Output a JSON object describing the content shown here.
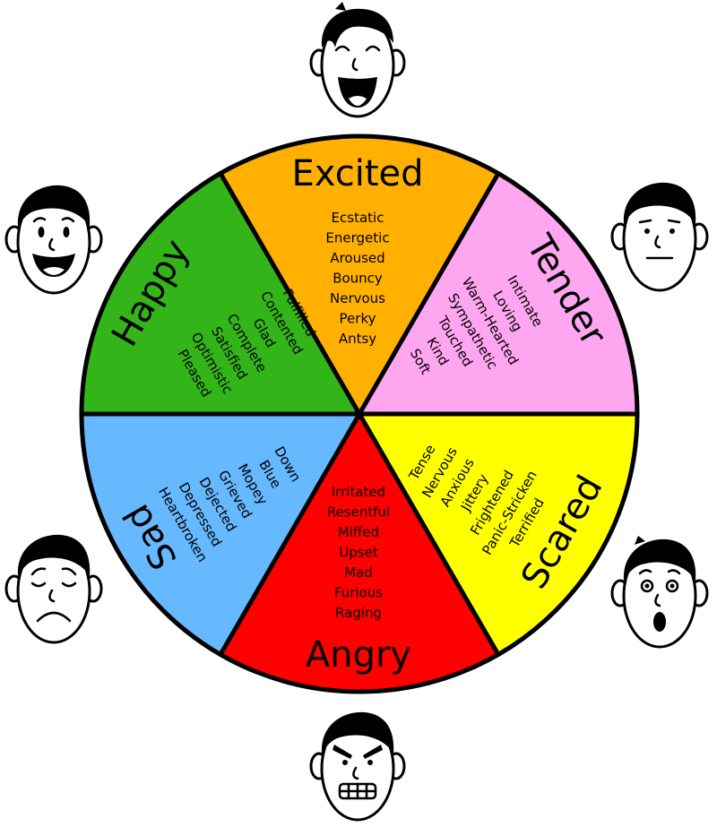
{
  "wheel": {
    "sectors": [
      {
        "id": "excited",
        "label": "Excited",
        "color": "#ffb000",
        "words": [
          "Ecstatic",
          "Energetic",
          "Aroused",
          "Bouncy",
          "Nervous",
          "Perky",
          "Antsy"
        ]
      },
      {
        "id": "tender",
        "label": "Tender",
        "color": "#ffa6f0",
        "words": [
          "Intimate",
          "Loving",
          "Warm-Hearted",
          "Sympathetic",
          "Touched",
          "Kind",
          "Soft"
        ]
      },
      {
        "id": "scared",
        "label": "Scared",
        "color": "#ffff00",
        "words": [
          "Tense",
          "Nervous",
          "Anxious",
          "Jittery",
          "Frightened",
          "Panic-Stricken",
          "Terrified"
        ]
      },
      {
        "id": "angry",
        "label": "Angry",
        "color": "#ff0000",
        "words": [
          "Irritated",
          "Resentful",
          "Miffed",
          "Upset",
          "Mad",
          "Furious",
          "Raging"
        ]
      },
      {
        "id": "sad",
        "label": "Sad",
        "color": "#66b8ff",
        "words": [
          "Down",
          "Blue",
          "Mopey",
          "Grieved",
          "Dejected",
          "Depressed",
          "Heartbroken"
        ]
      },
      {
        "id": "happy",
        "label": "Happy",
        "color": "#33b51a",
        "words": [
          "Fulfilled",
          "Contented",
          "Glad",
          "Complete",
          "Satisfied",
          "Optimistic",
          "Pleased"
        ]
      }
    ]
  },
  "faces": [
    {
      "id": "excited",
      "icon": "laughing-face-icon"
    },
    {
      "id": "tender",
      "icon": "calm-face-icon"
    },
    {
      "id": "scared",
      "icon": "scared-face-icon"
    },
    {
      "id": "angry",
      "icon": "angry-face-icon"
    },
    {
      "id": "sad",
      "icon": "sad-face-icon"
    },
    {
      "id": "happy",
      "icon": "happy-face-icon"
    }
  ]
}
